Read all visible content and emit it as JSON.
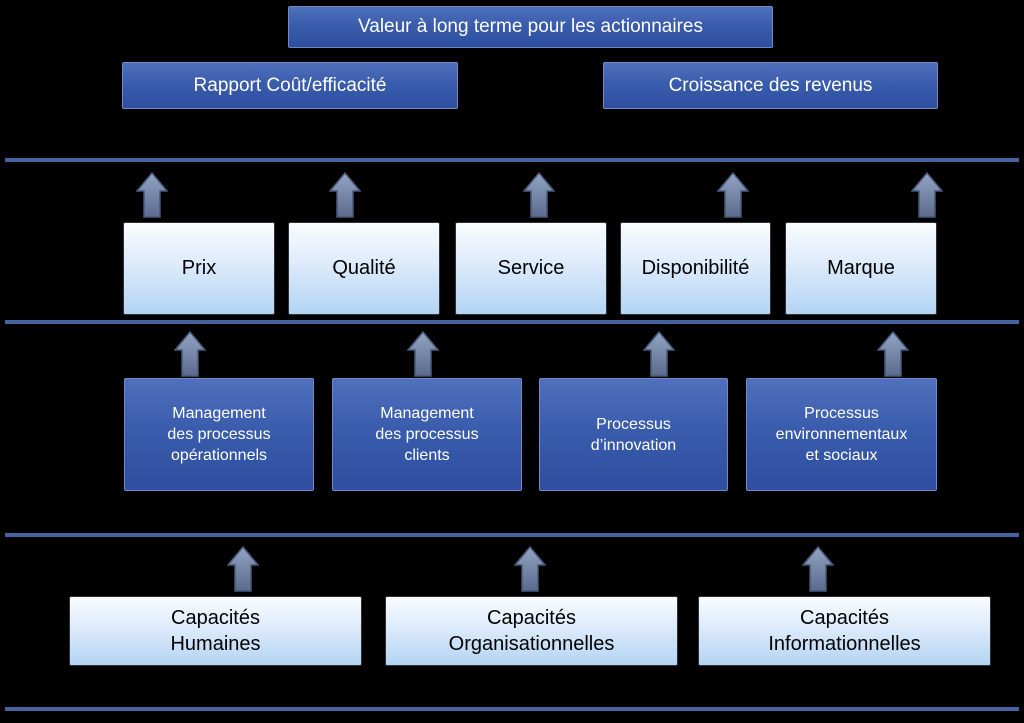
{
  "financial": {
    "top": "Valeur à long terme pour les actionnaires",
    "cost": "Rapport Coût/efficacité",
    "revenue": "Croissance des revenus"
  },
  "customer": {
    "items": [
      "Prix",
      "Qualité",
      "Service",
      "Disponibilité",
      "Marque"
    ]
  },
  "process": {
    "items": [
      "Management\ndes processus\nopérationnels",
      "Management\ndes processus\nclients",
      "Processus\nd’innovation",
      "Processus\nenvironnementaux\net sociaux"
    ]
  },
  "capacity": {
    "items": [
      "Capacités\nHumaines",
      "Capacités\nOrganisationnelles",
      "Capacités\nInformationnelles"
    ]
  },
  "colors": {
    "background": "#000000",
    "dark_box_top": "#4f70bc",
    "dark_box_bottom": "#2e4f9f",
    "light_box_top": "#fafcff",
    "light_box_bottom": "#b3d4f3",
    "separator_line": "#44639f",
    "arrow_top": "#93a3c2",
    "arrow_bottom": "#5b6b8d",
    "dark_box_text": "#ffffff",
    "light_box_text": "#000000"
  }
}
